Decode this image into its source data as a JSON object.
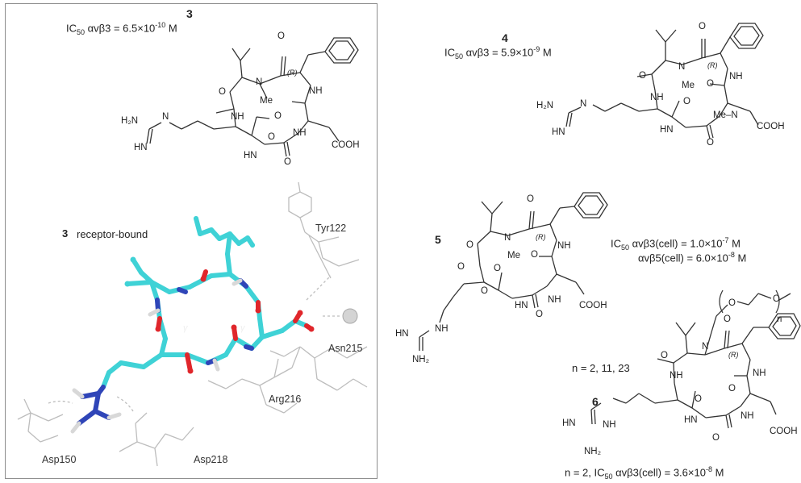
{
  "compounds": {
    "c3": {
      "number": "3",
      "ic50_prefix": "IC",
      "ic50_sub": "50",
      "ic50_target": " αvβ3 = 6.5×10",
      "ic50_exp": "-10",
      "ic50_unit": " M"
    },
    "c4": {
      "number": "4",
      "ic50_prefix": "IC",
      "ic50_sub": "50",
      "ic50_target": " αvβ3 = 5.9×10",
      "ic50_exp": "-9",
      "ic50_unit": " M"
    },
    "c5": {
      "number": "5",
      "line1_prefix": "IC",
      "line1_sub": "50",
      "line1_target": " αvβ3(cell) = 1.0×10",
      "line1_exp": "-7",
      "line1_unit": " M",
      "line2_target": "αvβ5(cell) = 6.0×10",
      "line2_exp": "-8",
      "line2_unit": " M"
    },
    "c6": {
      "number": "6",
      "n_values": "n = 2, 11, 23",
      "footer_prefix": "n = 2, IC",
      "footer_sub": "50",
      "footer_target": " αvβ3(cell) = 3.6×10",
      "footer_exp": "-8",
      "footer_unit": " M"
    }
  },
  "receptor_panel": {
    "number": "3",
    "caption": "receptor-bound",
    "gamma_turn": "γ",
    "residues": [
      "Tyr122",
      "Asn215",
      "Arg216",
      "Asp150",
      "Asp218"
    ]
  },
  "atoms": {
    "O": "O",
    "N": "N",
    "NH": "NH",
    "HN": "HN",
    "H2N": "H₂N",
    "NH2": "NH₂",
    "Me": "Me",
    "MeN": "Me–N",
    "R": "(R)",
    "COOH": "COOH",
    "n": "n"
  },
  "colors": {
    "carbon": "#3fd2d6",
    "oxygen": "#e0262b",
    "nitrogen": "#2f45b8",
    "hydrogen": "#d8d8d8",
    "receptor": "#bdbdbd",
    "ion": "#cfcfcf"
  }
}
